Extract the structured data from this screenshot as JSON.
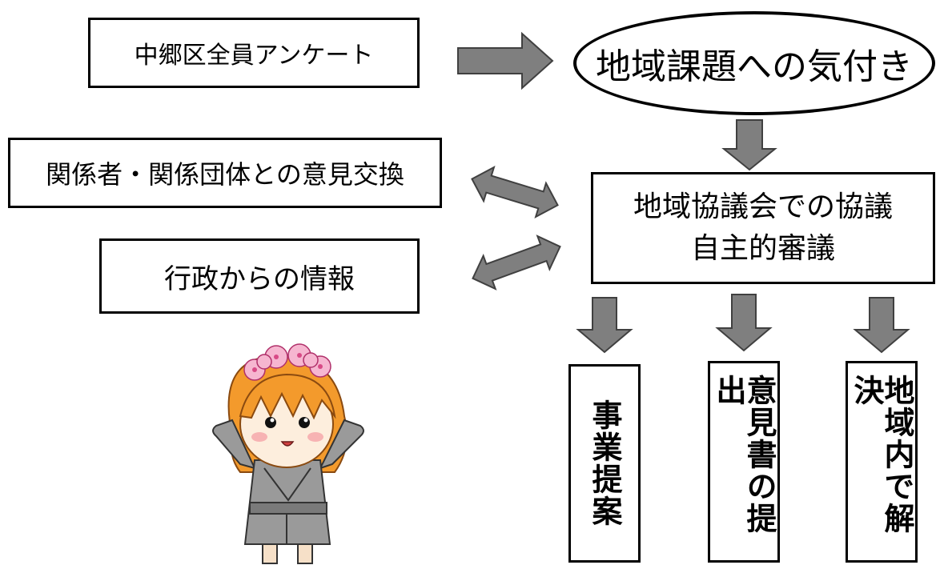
{
  "diagram": {
    "survey": "中郷区全員アンケート",
    "awareness": "地域課題への気付き",
    "stakeholders": "関係者・関係団体との意見交換",
    "admin_info": "行政からの情報",
    "council": {
      "line1": "地域協議会での協議",
      "line2": "自主的審議"
    },
    "outcomes": [
      "事業提案",
      "意見書の提出",
      "地域内で解決"
    ]
  },
  "colors": {
    "arrow_fill": "#7f7f7f",
    "arrow_stroke": "#404040",
    "box_border": "#000000",
    "mascot_hair": "#f39a2c",
    "mascot_flower": "#f6b6d0",
    "mascot_kimono": "#9a9a9a"
  },
  "icons": [
    "right-arrow",
    "down-arrow",
    "double-arrow",
    "mascot-character"
  ]
}
